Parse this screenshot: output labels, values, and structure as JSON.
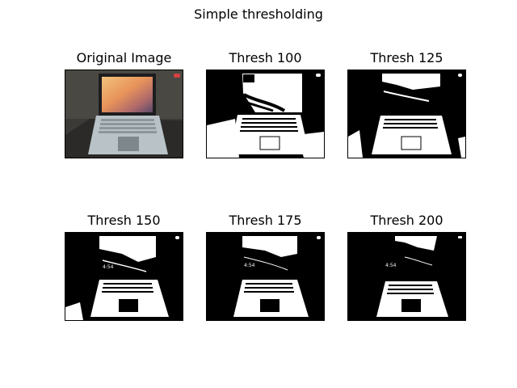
{
  "figure": {
    "title": "Simple thresholding"
  },
  "panels": [
    {
      "title": "Original Image",
      "kind": "original"
    },
    {
      "title": "Thresh 100",
      "kind": "thresh",
      "level": 100
    },
    {
      "title": "Thresh 125",
      "kind": "thresh",
      "level": 125
    },
    {
      "title": "Thresh 150",
      "kind": "thresh",
      "level": 150
    },
    {
      "title": "Thresh 175",
      "kind": "thresh",
      "level": 175
    },
    {
      "title": "Thresh 200",
      "kind": "thresh",
      "level": 200
    }
  ],
  "colors": {
    "background": "#ffffff",
    "foreground": "#000000",
    "laptop_body": "#b9c3c7",
    "screen_warm": "#e8935a",
    "tabletop": "#3b3a36"
  }
}
